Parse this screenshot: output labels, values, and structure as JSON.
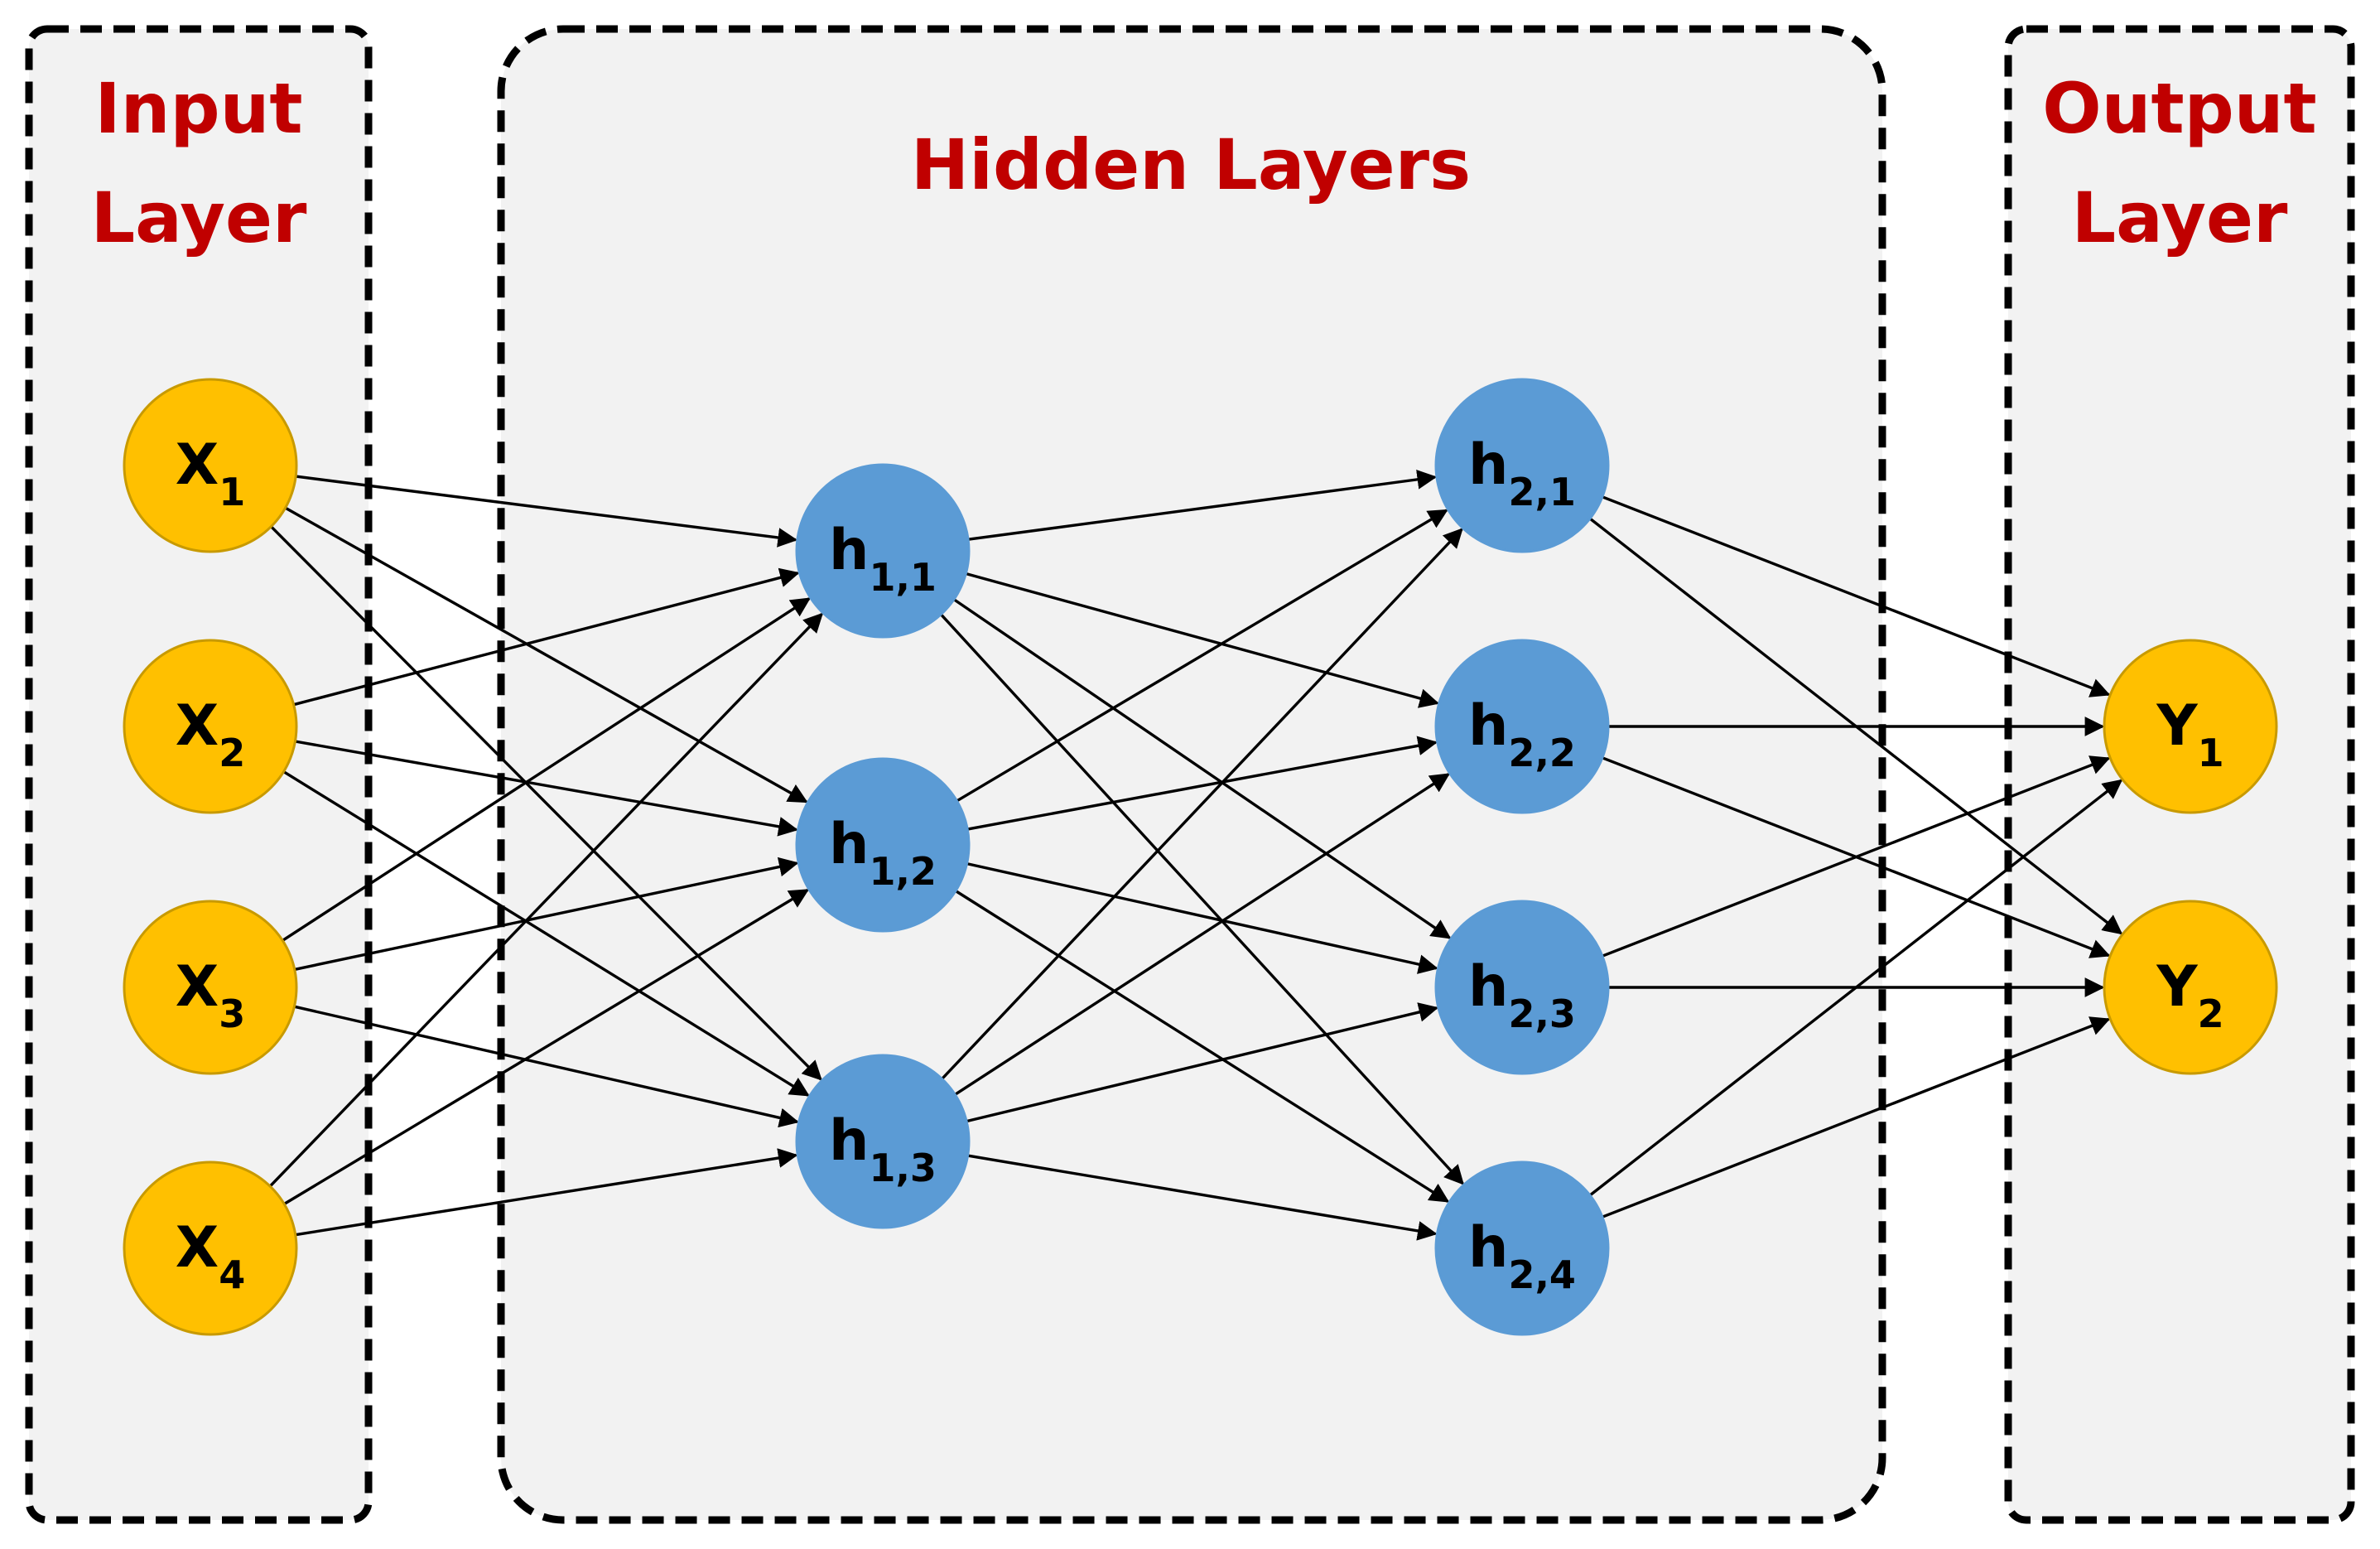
{
  "panels": {
    "input": {
      "title_line1": "Input",
      "title_line2": "Layer"
    },
    "hidden": {
      "title": "Hidden Layers"
    },
    "output": {
      "title_line1": "Output",
      "title_line2": "Layer"
    }
  },
  "colors": {
    "input_output_node": "#ffc000",
    "input_output_node_border": "#c89a00",
    "hidden_node": "#5b9bd5",
    "title": "#c00000",
    "panel_fill": "#f2f2f2"
  },
  "layers": [
    {
      "id": "input",
      "nodes": [
        {
          "base": "X",
          "sub": "1"
        },
        {
          "base": "X",
          "sub": "2"
        },
        {
          "base": "X",
          "sub": "3"
        },
        {
          "base": "X",
          "sub": "4"
        }
      ]
    },
    {
      "id": "hidden1",
      "nodes": [
        {
          "base": "h",
          "sub": "1,1"
        },
        {
          "base": "h",
          "sub": "1,2"
        },
        {
          "base": "h",
          "sub": "1,3"
        }
      ]
    },
    {
      "id": "hidden2",
      "nodes": [
        {
          "base": "h",
          "sub": "2,1"
        },
        {
          "base": "h",
          "sub": "2,2"
        },
        {
          "base": "h",
          "sub": "2,3"
        },
        {
          "base": "h",
          "sub": "2,4"
        }
      ]
    },
    {
      "id": "output",
      "nodes": [
        {
          "base": "Y",
          "sub": "1"
        },
        {
          "base": "Y",
          "sub": "2"
        }
      ]
    }
  ],
  "connections": "fully-connected between consecutive layers"
}
